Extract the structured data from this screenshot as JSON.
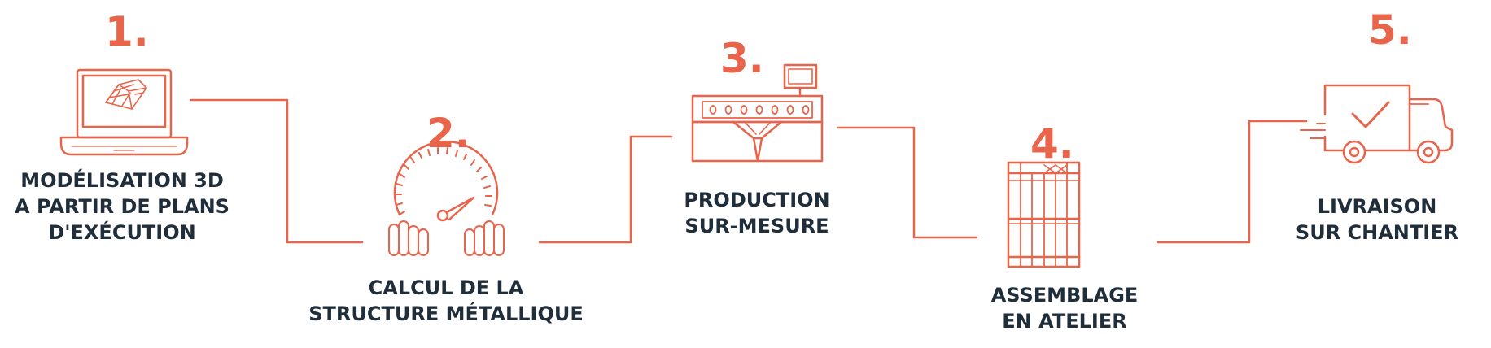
{
  "colors": {
    "accent": "#e8644a",
    "text": "#1f2e3a"
  },
  "steps": [
    {
      "number": "1.",
      "icon": "laptop-3d-model-icon",
      "lines": [
        "MODÉLISATION 3D",
        "A PARTIR DE PLANS",
        "D'EXÉCUTION"
      ]
    },
    {
      "number": "2.",
      "icon": "gauge-calculation-icon",
      "lines": [
        "CALCUL DE LA",
        "STRUCTURE MÉTALLIQUE"
      ]
    },
    {
      "number": "3.",
      "icon": "production-machine-icon",
      "lines": [
        "PRODUCTION",
        "SUR-MESURE"
      ]
    },
    {
      "number": "4.",
      "icon": "frame-assembly-icon",
      "lines": [
        "ASSEMBLAGE",
        "EN ATELIER"
      ]
    },
    {
      "number": "5.",
      "icon": "delivery-truck-icon",
      "lines": [
        "LIVRAISON",
        "SUR CHANTIER"
      ]
    }
  ]
}
